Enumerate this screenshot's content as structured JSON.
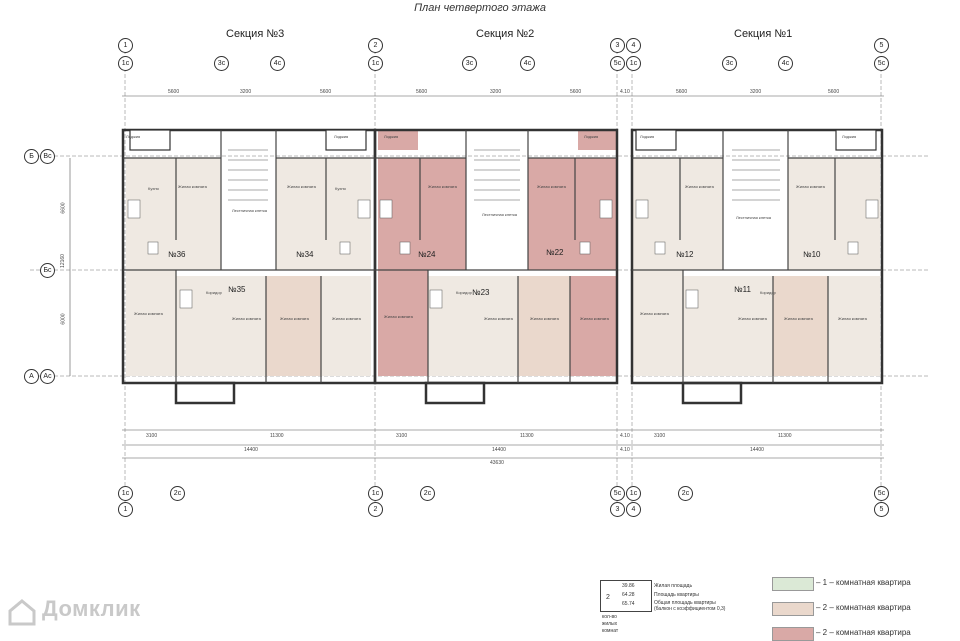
{
  "title": "План четвертого этажа",
  "sections": [
    {
      "label": "Секция №3"
    },
    {
      "label": "Секция №2"
    },
    {
      "label": "Секция №1"
    }
  ],
  "axes_top": [
    "1",
    "1с",
    "3с",
    "4с",
    "2",
    "1с",
    "3с",
    "4с",
    "3",
    "4",
    "5с",
    "1с",
    "3с",
    "4с",
    "5",
    "5с"
  ],
  "axes_bottom": [
    "1с",
    "1",
    "2с",
    "1с",
    "2",
    "2с",
    "5с",
    "3",
    "4",
    "1с",
    "2с",
    "5с",
    "5"
  ],
  "axes_side": [
    "Б",
    "Вс",
    "Бс",
    "А",
    "Ас"
  ],
  "dims_top": [
    "5600",
    "3200",
    "5600",
    "5600",
    "3200",
    "5600",
    "4.10",
    "5600",
    "3200",
    "5600"
  ],
  "dims_bottom_1": [
    "3100",
    "11300",
    "3100",
    "11300",
    "4.10",
    "3100",
    "11300"
  ],
  "dims_bottom_2": [
    "14400",
    "14400",
    "4.10",
    "14400"
  ],
  "dims_total": "43630",
  "dims_side": [
    "6600",
    "12160",
    "6000"
  ],
  "apartments": [
    {
      "no": "№36"
    },
    {
      "no": "№35"
    },
    {
      "no": "№34"
    },
    {
      "no": "№24"
    },
    {
      "no": "№23"
    },
    {
      "no": "№22"
    },
    {
      "no": "№12"
    },
    {
      "no": "№11"
    },
    {
      "no": "№10"
    }
  ],
  "room_labels": {
    "living": "Жилая комната",
    "kitchen": "Кухня",
    "corridor": "Коридор",
    "stair": "Лестничная клетка",
    "loggia": "Лоджия"
  },
  "key": {
    "rooms": "2",
    "v1": "39.86",
    "v2": "64.28",
    "v3": "65.74",
    "l1": "Жилая площадь",
    "l2": "Площадь квартиры",
    "l3": "Общая площадь квартиры",
    "l3b": "(балкон с коэффициентом 0,3)",
    "l4": "кол-во",
    "l5": "жилых",
    "l6": "комнат"
  },
  "legend": [
    {
      "label": "– 1 – комнатная квартира",
      "color": "#dbe9d6"
    },
    {
      "label": "– 2 – комнатная квартира",
      "color": "#ead8cc"
    },
    {
      "label": "– 2 – комнатная квартира",
      "color": "#d9a9a6"
    }
  ],
  "watermark": "Домклик"
}
